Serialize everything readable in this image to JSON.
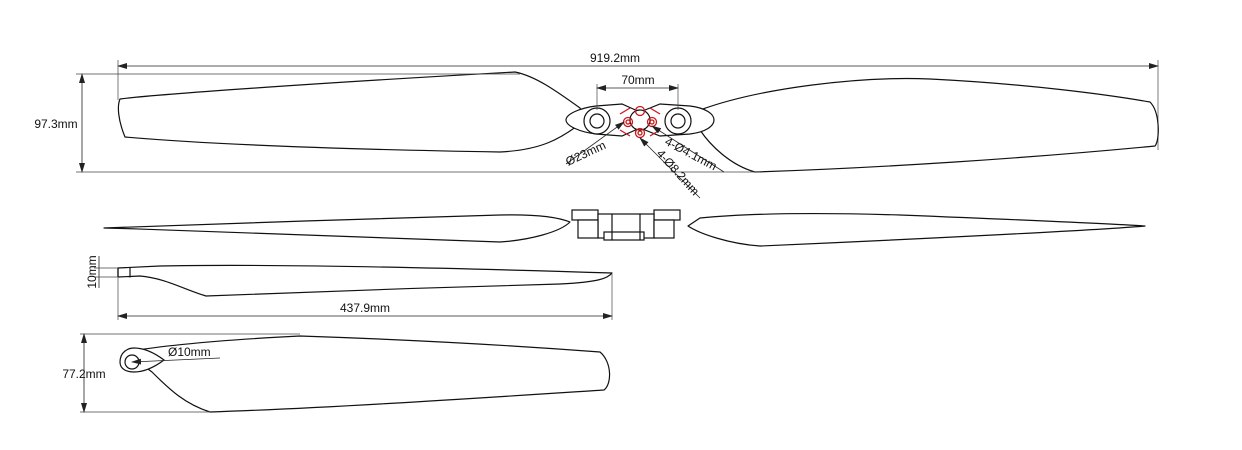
{
  "dimensions": {
    "overall_length": "919.2mm",
    "hub_spacing": "70mm",
    "blade_width": "97.3mm",
    "hub_diameter": "Ø23mm",
    "small_holes": "4-Ø4.1mm",
    "large_holes": "4-Ø8.2mm",
    "hub_thickness": "10mm",
    "blade_length": "437.9mm",
    "root_hole": "Ø10mm",
    "blade_chord": "77.2mm"
  },
  "colors": {
    "line": "#111111",
    "accent_red": "#d0161a",
    "background": "#ffffff"
  }
}
